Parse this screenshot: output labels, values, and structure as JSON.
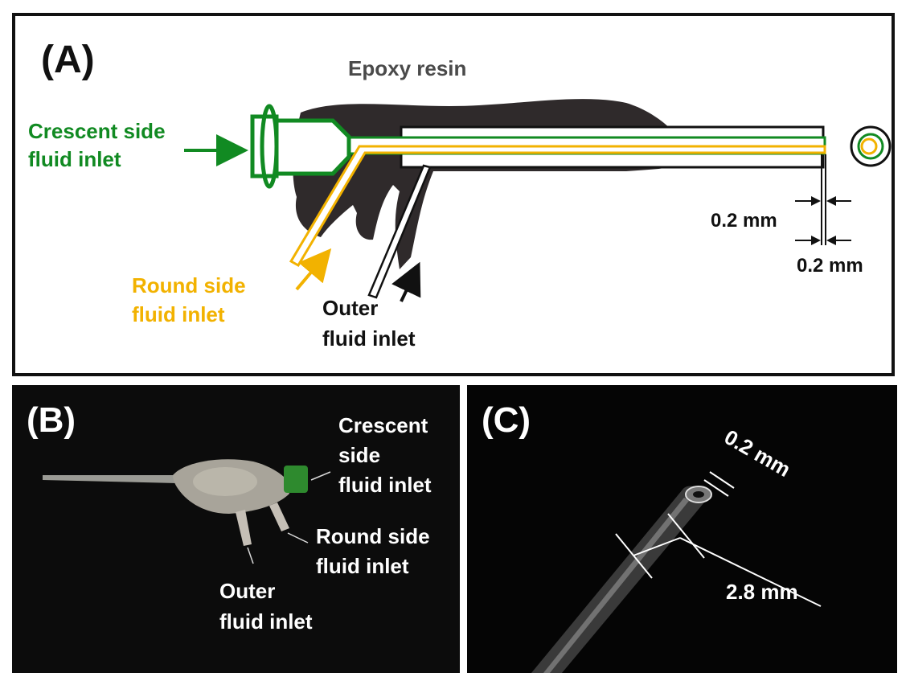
{
  "panel_a": {
    "letter": "(A)",
    "epoxy_label": "Epoxy resin",
    "crescent_inlet": [
      "Crescent side",
      "fluid inlet"
    ],
    "round_inlet": [
      "Round side",
      "fluid inlet"
    ],
    "outer_inlet": [
      "Outer",
      "fluid inlet"
    ],
    "dim_top": "0.2 mm",
    "dim_bottom": "0.2 mm"
  },
  "panel_b": {
    "letter": "(B)",
    "crescent_inlet": [
      "Crescent",
      "side",
      "fluid inlet"
    ],
    "round_inlet": [
      "Round side",
      "fluid inlet"
    ],
    "outer_inlet": [
      "Outer",
      "fluid inlet"
    ]
  },
  "panel_c": {
    "letter": "(C)",
    "dim_small": "0.2 mm",
    "dim_large": "2.8 mm"
  },
  "colors": {
    "crescent": "#118a22",
    "round": "#f2b200",
    "outer": "#111111",
    "epoxy": "#2f2a2b",
    "photo_text": "#ffffff"
  }
}
